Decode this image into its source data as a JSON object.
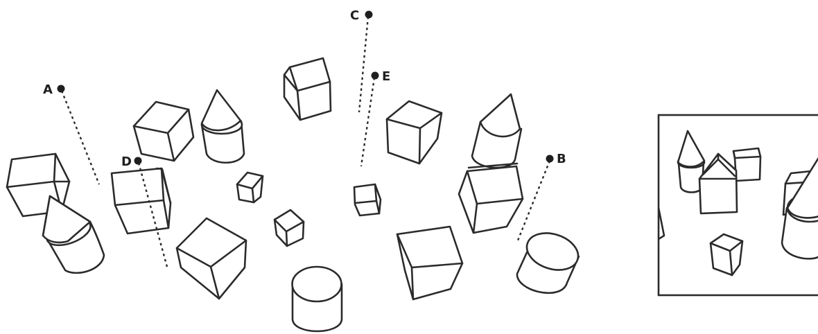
{
  "viewpoints": [
    {
      "id": "A",
      "label": "A"
    },
    {
      "id": "B",
      "label": "B"
    },
    {
      "id": "C",
      "label": "C"
    },
    {
      "id": "D",
      "label": "D"
    },
    {
      "id": "E",
      "label": "E"
    }
  ],
  "scene": {
    "objects": [
      "cube",
      "cube-with-prism-roof",
      "cone-on-cylinder",
      "cylinder"
    ]
  },
  "inset": {
    "content": "view-from-unknown-viewpoint"
  },
  "colors": {
    "line": "#2b2b2b",
    "background": "#ffffff"
  }
}
